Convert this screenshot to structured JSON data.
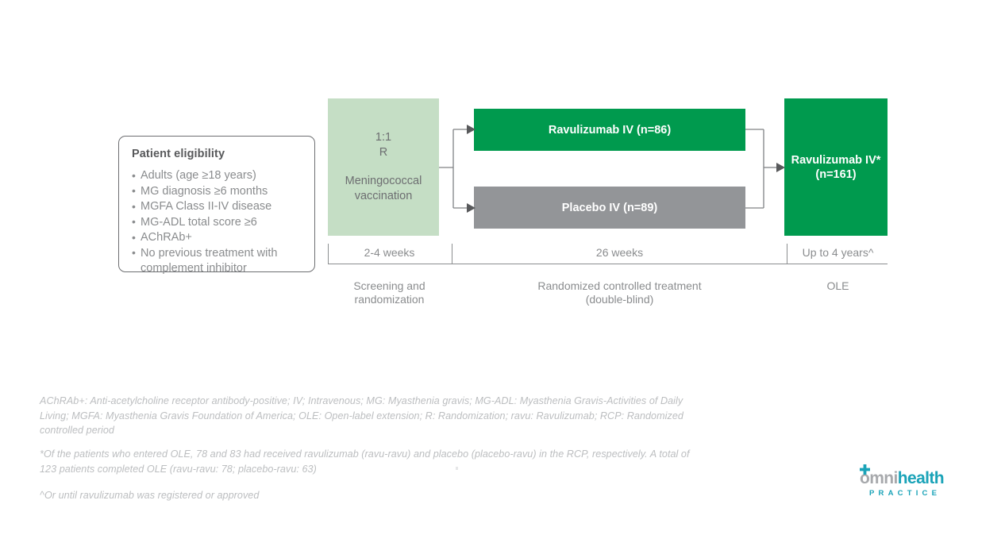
{
  "eligibility": {
    "title": "Patient eligibility",
    "items": [
      "Adults (age ≥18 years)",
      "MG diagnosis ≥6 months",
      "MGFA Class II-IV disease",
      "MG-ADL total score ≥6",
      "AChRAb+",
      "No previous treatment with complement inhibitor"
    ]
  },
  "diagram": {
    "screening_box": {
      "ratio": "1:1\nR",
      "vaccination": "Meningococcal\nvaccination",
      "color": "#C5DEC5"
    },
    "arm_ravulizumab": {
      "label": "Ravulizumab IV (n=86)",
      "color": "#009A4E"
    },
    "arm_placebo": {
      "label": "Placebo IV (n=89)",
      "color": "#939598"
    },
    "ole_box": {
      "label": "Ravulizumab IV*\n(n=161)",
      "color": "#009A4E"
    }
  },
  "timeline": {
    "durations": [
      "2-4 weeks",
      "26 weeks",
      "Up to 4 years^"
    ],
    "phases": [
      "Screening and\nrandomization",
      "Randomized controlled treatment\n(double-blind)",
      "OLE"
    ]
  },
  "footnotes": {
    "abbreviations": "AChRAb+: Anti-acetylcholine receptor antibody-positive; IV; Intravenous; MG: Myasthenia gravis; MG-ADL: Myasthenia Gravis-Activities of Daily Living; MGFA: Myasthenia Gravis Foundation of America; OLE: Open-label extension; R: Randomization; ravu: Ravulizumab; RCP: Randomized controlled period",
    "asterisk": "*Of the patients who entered OLE, 78 and 83 had received ravulizumab (ravu-ravu) and placebo (placebo-ravu) in the RCP, respectively. A total of 123 patients completed OLE (ravu-ravu: 78; placebo-ravu: 63)",
    "caret": "^Or until ravulizumab was registered or approved"
  },
  "logo": {
    "word_part_1": "omni",
    "word_part_2": "health",
    "tagline": "PRACTICE",
    "gray": "#A7A9AC",
    "teal": "#1AA3B8"
  }
}
